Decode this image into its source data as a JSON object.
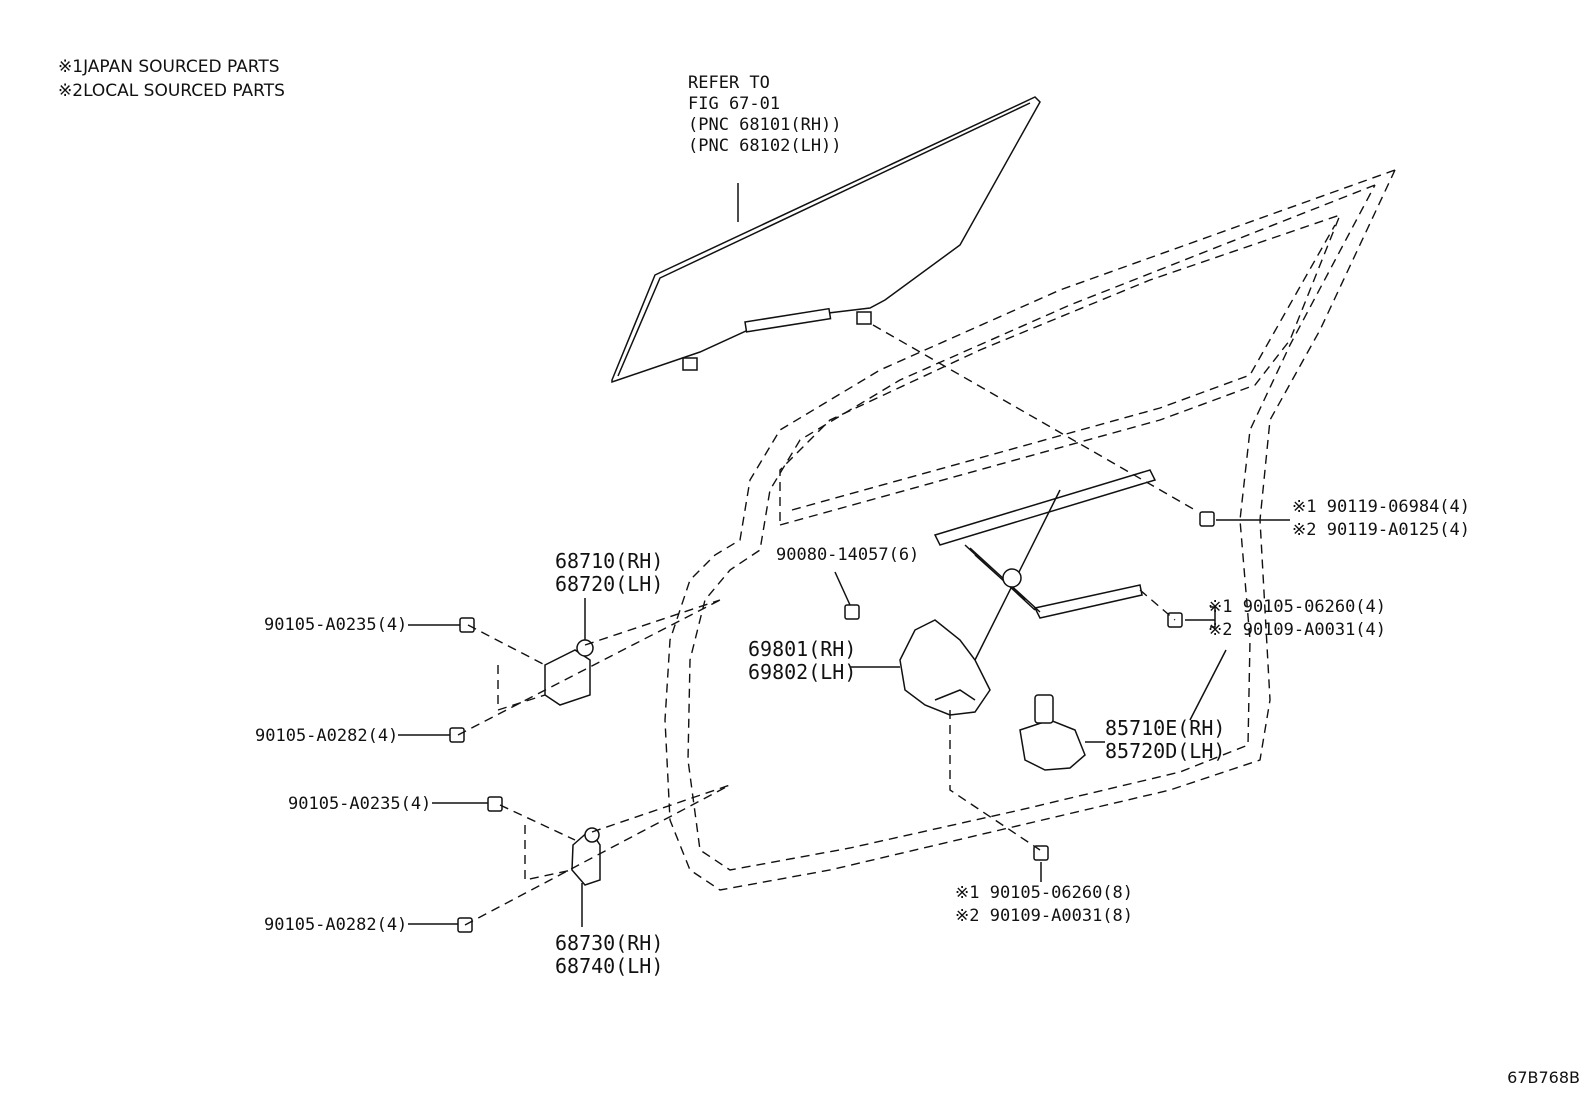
{
  "notes": [
    {
      "mark": "※1",
      "text": "JAPAN SOURCED PARTS"
    },
    {
      "mark": "※2",
      "text": "LOCAL SOURCED PARTS"
    }
  ],
  "glass_ref": [
    "REFER TO",
    "FIG 67-01",
    "(PNC 68101(RH))",
    "(PNC 68102(LH))"
  ],
  "callouts": {
    "hinge_upper": [
      "68710(RH)",
      "68720(LH)"
    ],
    "hinge_lower": [
      "68730(RH)",
      "68740(LH)"
    ],
    "bolt_upper_a": "90105-A0235(4)",
    "bolt_upper_b": "90105-A0282(4)",
    "bolt_lower_a": "90105-A0235(4)",
    "bolt_lower_b": "90105-A0282(4)",
    "screw_mid": "90080-14057(6)",
    "regulator": [
      "69801(RH)",
      "69802(LH)"
    ],
    "motor": [
      "85710E(RH)",
      "85720D(LH)"
    ],
    "bolt_top_right": [
      "※1 90119-06984(4)",
      "※2 90119-A0125(4)"
    ],
    "bolt_mid_right": [
      "※1 90105-06260(4)",
      "※2 90109-A0031(4)"
    ],
    "bolt_bottom": [
      "※1 90105-06260(8)",
      "※2 90109-A0031(8)"
    ]
  },
  "figure_code": "67B768B"
}
